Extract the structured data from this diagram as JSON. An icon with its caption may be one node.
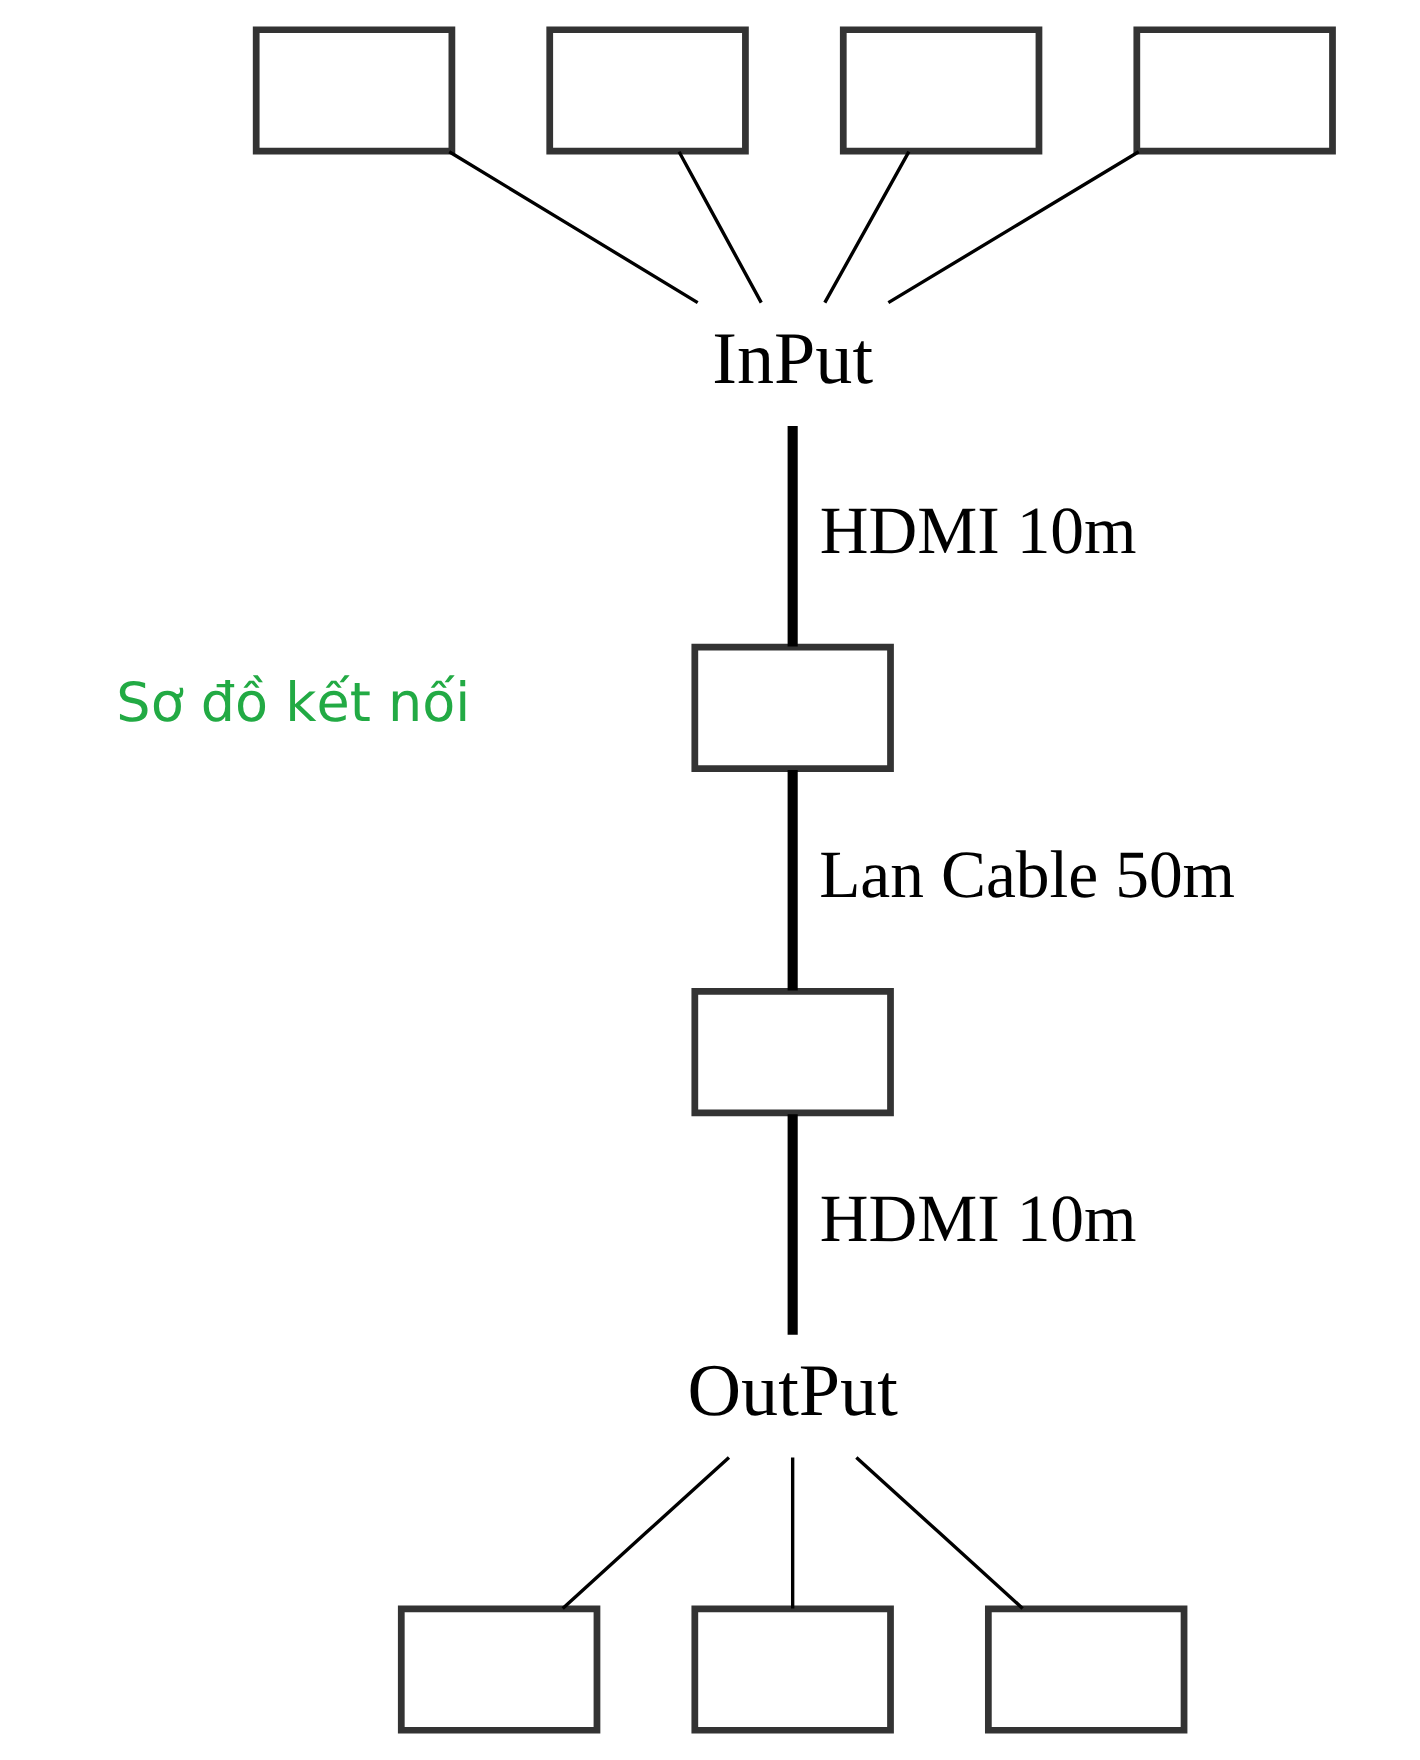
{
  "diagram": {
    "nodes": [
      {
        "text": [],
        "shape": "box"
      },
      {
        "text": [],
        "shape": "box"
      },
      {
        "text": [],
        "shape": "box"
      },
      {
        "text": [],
        "shape": "box"
      },
      {
        "text": [
          "InPut"
        ]
      },
      {
        "text": [],
        "shape": "box"
      },
      {
        "text": [],
        "shape": "box"
      },
      {
        "text": [
          "OutPut"
        ]
      },
      {
        "text": [],
        "shape": "box"
      },
      {
        "text": [],
        "shape": "box"
      },
      {
        "text": [],
        "shape": "box"
      }
    ],
    "edges": [
      {
        "from": 0,
        "to": 4,
        "arrow": "none"
      },
      {
        "from": 1,
        "to": 4,
        "arrow": "none"
      },
      {
        "from": 2,
        "to": 4,
        "arrow": "none"
      },
      {
        "from": 3,
        "to": 4,
        "arrow": "none"
      },
      {
        "from": 4,
        "to": 5,
        "arrow": "none",
        "label": "HDMI 10m",
        "style": "thick"
      },
      {
        "from": 5,
        "to": 6,
        "arrow": "none",
        "label": "Lan Cable 50m",
        "style": "thick"
      },
      {
        "from": 6,
        "to": 7,
        "arrow": "none",
        "label": "HDMI 10m",
        "style": "thick"
      },
      {
        "from": 7,
        "to": 8,
        "arrow": "none"
      },
      {
        "from": 7,
        "to": 9,
        "arrow": "none"
      },
      {
        "from": 7,
        "to": 10,
        "arrow": "none"
      }
    ],
    "labels": [
      "Sơ đồ kết nối"
    ]
  }
}
